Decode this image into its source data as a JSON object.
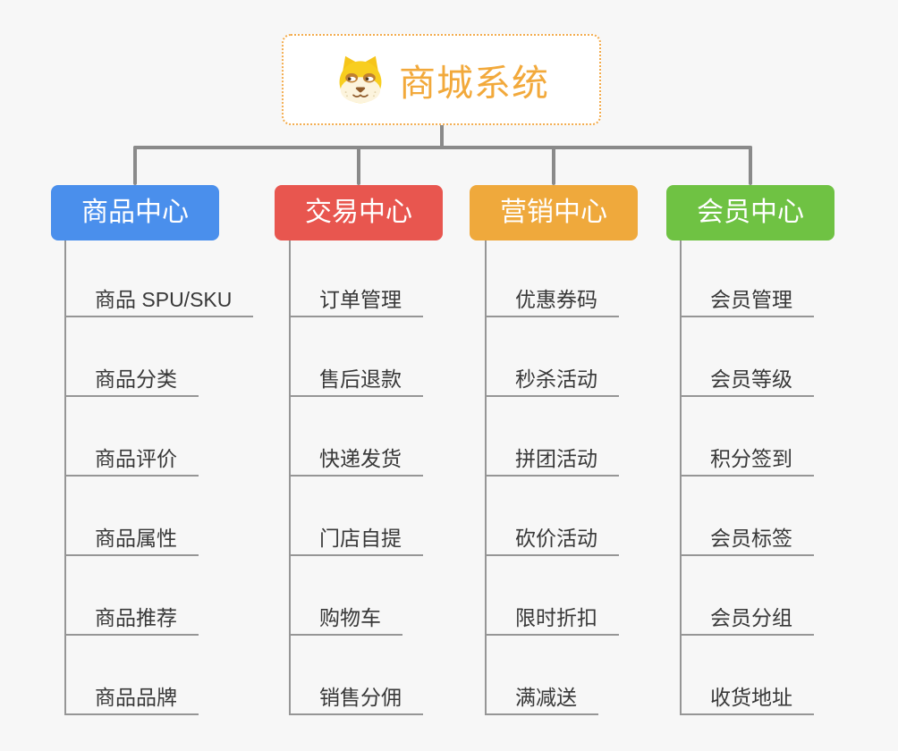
{
  "app": {
    "type": "mind-map-diagram",
    "background_color": "#F7F7F7"
  },
  "root_topic": {
    "title": "商城系统",
    "icon": "shiba-dog-icon",
    "text_color": "#F2A93B",
    "border_color": "#F3AC4E"
  },
  "connectors": {
    "main_color": "#8A8A8A",
    "child_color": "#969696"
  },
  "branches": [
    {
      "label": "商品中心",
      "color": "#4A8FEC",
      "children": [
        "商品 SPU/SKU",
        "商品分类",
        "商品评价",
        "商品属性",
        "商品推荐",
        "商品品牌"
      ]
    },
    {
      "label": "交易中心",
      "color": "#E8564F",
      "children": [
        "订单管理",
        "售后退款",
        "快递发货",
        "门店自提",
        "购物车",
        "销售分佣"
      ]
    },
    {
      "label": "营销中心",
      "color": "#EFA93C",
      "children": [
        "优惠券码",
        "秒杀活动",
        "拼团活动",
        "砍价活动",
        "限时折扣",
        "满减送"
      ]
    },
    {
      "label": "会员中心",
      "color": "#6FC243",
      "children": [
        "会员管理",
        "会员等级",
        "积分签到",
        "会员标签",
        "会员分组",
        "收货地址"
      ]
    }
  ]
}
